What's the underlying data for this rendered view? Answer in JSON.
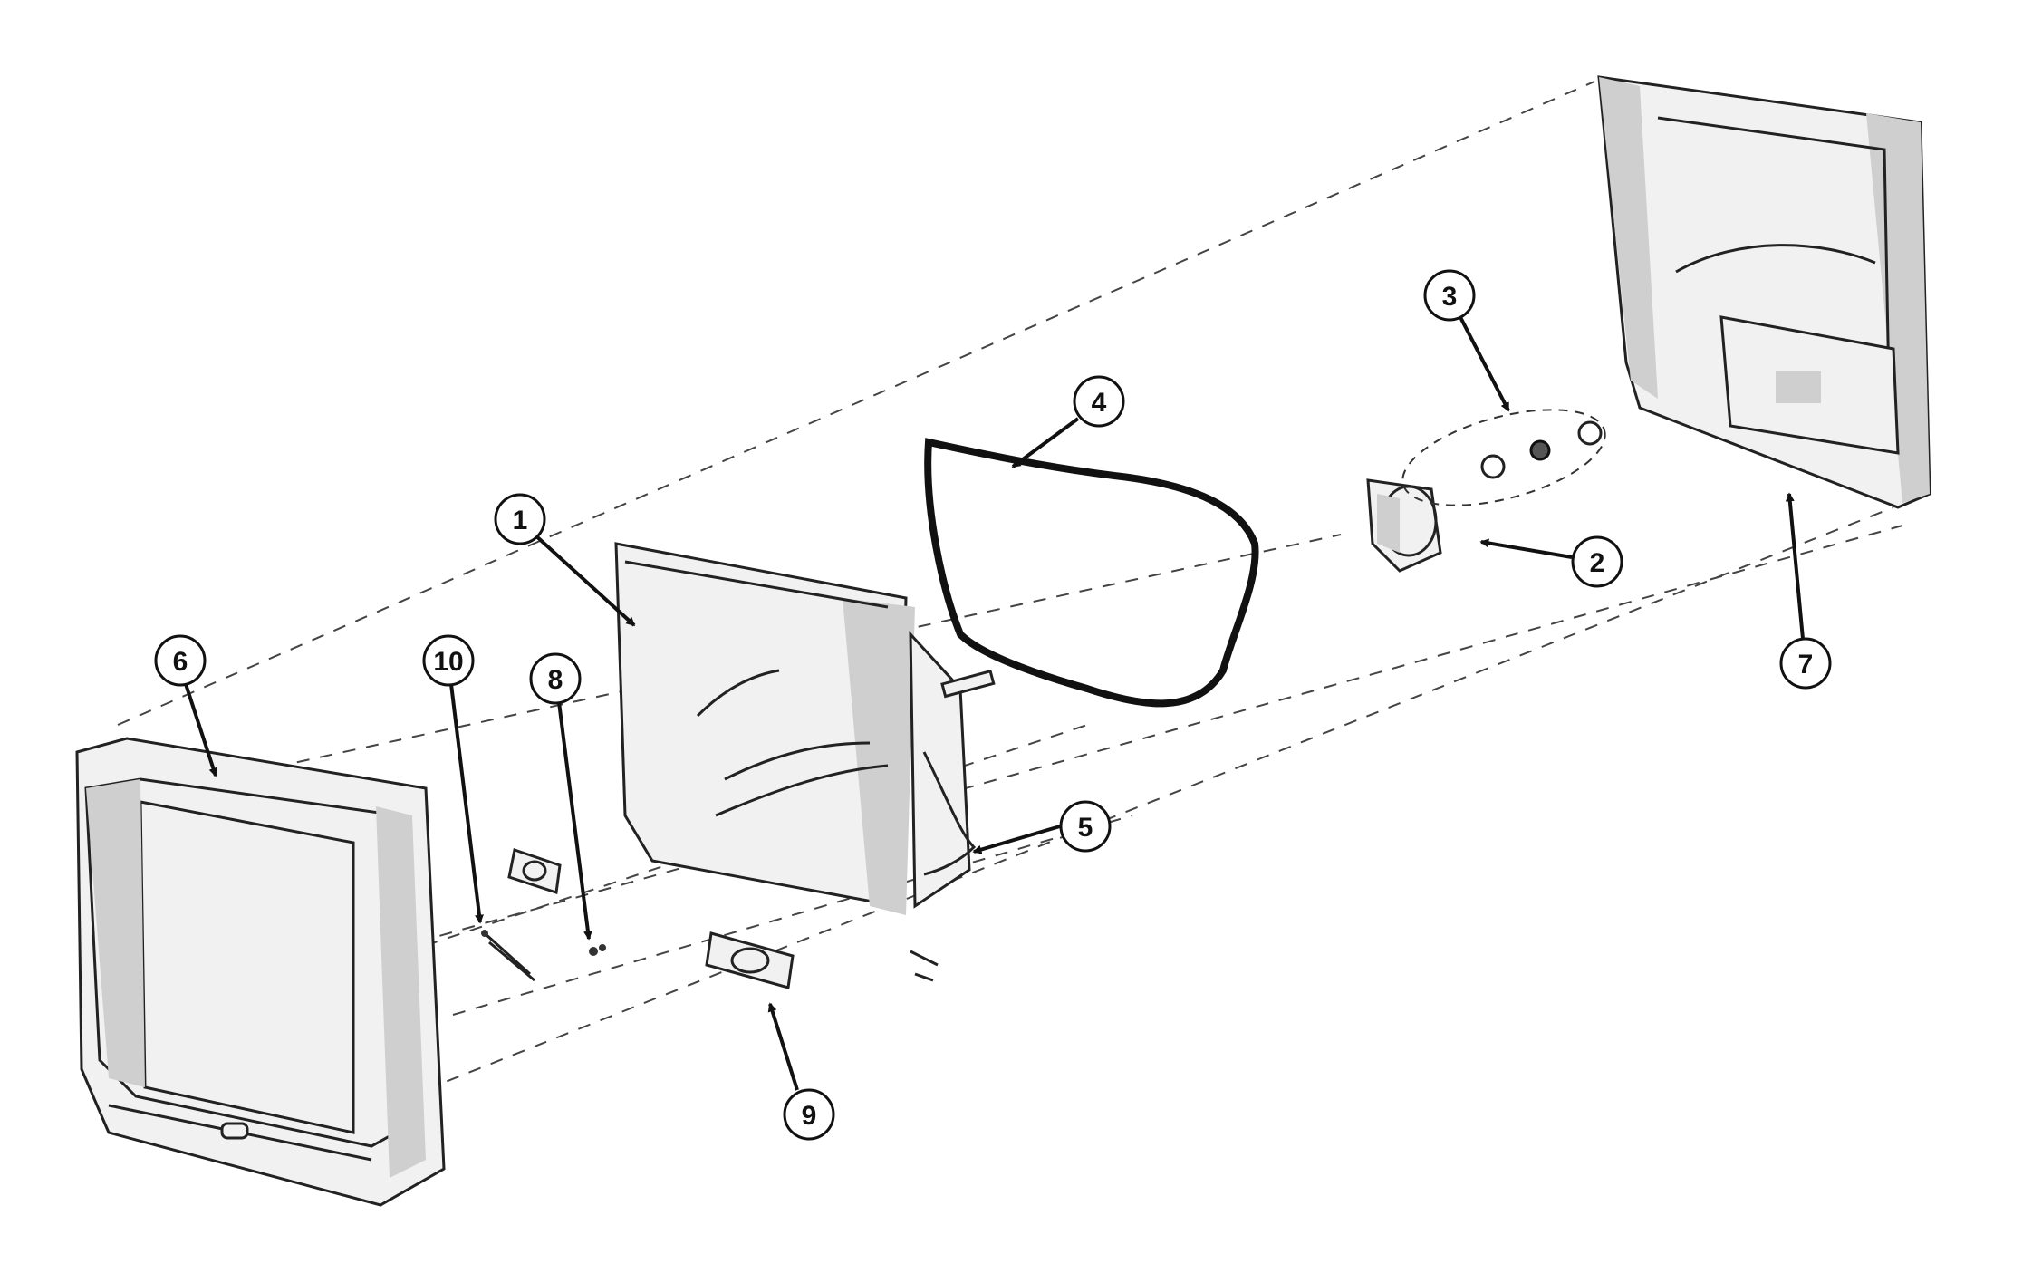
{
  "diagram": {
    "type": "exploded-view",
    "colors": {
      "ink": "#111111",
      "shade": "#cfcfcf",
      "paper": "#ffffff"
    },
    "callouts": [
      {
        "id": "c1",
        "label": "1"
      },
      {
        "id": "c2",
        "label": "2"
      },
      {
        "id": "c3",
        "label": "3"
      },
      {
        "id": "c4",
        "label": "4"
      },
      {
        "id": "c5",
        "label": "5"
      },
      {
        "id": "c6",
        "label": "6"
      },
      {
        "id": "c7",
        "label": "7"
      },
      {
        "id": "c8",
        "label": "8"
      },
      {
        "id": "c9",
        "label": "9"
      },
      {
        "id": "c10",
        "label": "10"
      }
    ]
  }
}
